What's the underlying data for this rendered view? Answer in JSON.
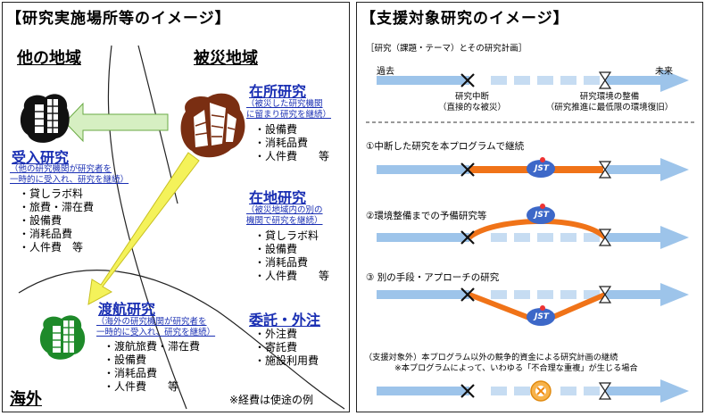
{
  "left": {
    "title": "【研究実施場所等のイメージ】",
    "regions": {
      "other": "他の地域",
      "disaster": "被災地域",
      "overseas": "海外"
    },
    "accept": {
      "title": "受入研究",
      "note": [
        "（他の研究機関が研究者を",
        "一時的に受入れ、研究を継続）"
      ],
      "costs": [
        "貸しラボ料",
        "旅費・滞在費",
        "設備費",
        "消耗品費",
        "人件費　等"
      ]
    },
    "inplace": {
      "title": "在所研究",
      "note": [
        "（被災した研究機関",
        "に留まり研究を継続）"
      ],
      "costs": [
        "設備費",
        "消耗品費",
        "人件費　　等"
      ]
    },
    "local": {
      "title": "在地研究",
      "note": [
        "（被災地域内の別の",
        "機関で研究を継続）"
      ],
      "costs": [
        "貸しラボ料",
        "設備費",
        "消耗品費",
        "人件費　　等"
      ]
    },
    "abroad": {
      "title": "渡航研究",
      "note": [
        "（海外の研究機関が研究者を",
        "一時的に受入れ、研究を継続）"
      ],
      "costs": [
        "渡航旅費・滞在費",
        "設備費",
        "消耗品費",
        "人件費　　等"
      ]
    },
    "outsourcing": {
      "title": "委託・外注",
      "costs": [
        "外注費",
        "寄託費",
        "施設利用費"
      ]
    },
    "footnote": "※経費は使途の例"
  },
  "right": {
    "title": "【支援対象研究のイメージ】",
    "plan_label": "［研究（課題・テーマ）とその研究計画］",
    "past": "過去",
    "future": "未来",
    "interruption": [
      "研究中断",
      "（直接的な被災）"
    ],
    "restoration": [
      "研究環境の整備",
      "（研究推進に最低限の環境復旧）"
    ],
    "case1": "①中断した研究を本プログラムで継続",
    "case2": "②環境整備までの予備研究等",
    "case3": "③ 別の手段・アプローチの研究",
    "excluded": [
      "（支援対象外）本プログラム以外の競争的資金による研究計画の継続",
      "※本プログラムによって、いわゆる「不合理な重複」が生じる場合"
    ],
    "logo_text": "JST",
    "colors": {
      "arrow": "#9dc4ea",
      "bridge": "#f07318",
      "logo": "#3d68c8"
    }
  }
}
